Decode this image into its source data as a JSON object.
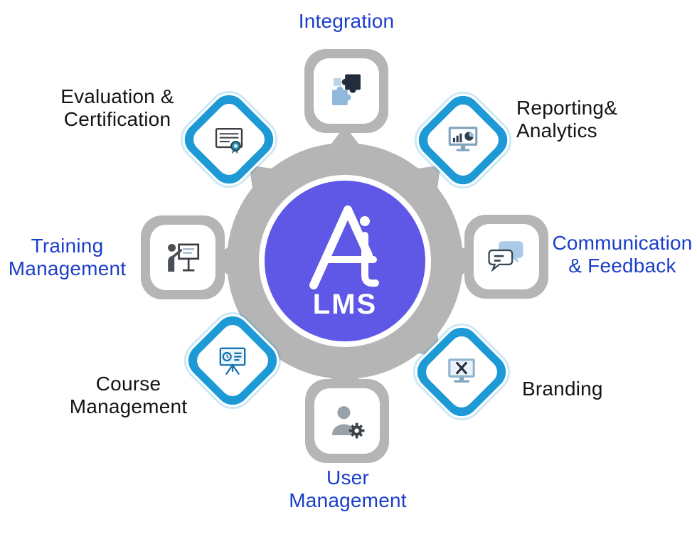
{
  "diagram": {
    "title": "LMS feature wheel",
    "center": {
      "logo": "A",
      "label": "LMS",
      "circle_color": "#5f58e6"
    },
    "nodes": [
      {
        "id": "integration",
        "label": "Integration",
        "text_color": "#1b3ec9",
        "tile": "gray-rounded-square",
        "icon": "puzzle-icon",
        "position": "top"
      },
      {
        "id": "reporting-analytics",
        "label": "Reporting&\nAnalytics",
        "text_color": "#141414",
        "tile": "blue-diamond",
        "icon": "monitor-chart-icon",
        "position": "top-right"
      },
      {
        "id": "communication-feedback",
        "label": "Communication\n& Feedback",
        "text_color": "#1b3ec9",
        "tile": "gray-rounded-square",
        "icon": "chat-bubbles-icon",
        "position": "right"
      },
      {
        "id": "branding",
        "label": "Branding",
        "text_color": "#141414",
        "tile": "blue-diamond",
        "icon": "monitor-pencil-icon",
        "position": "bottom-right"
      },
      {
        "id": "user-management",
        "label": "User\nManagement",
        "text_color": "#1b3ec9",
        "tile": "gray-rounded-square",
        "icon": "person-gear-icon",
        "position": "bottom"
      },
      {
        "id": "course-management",
        "label": "Course\nManagement",
        "text_color": "#141414",
        "tile": "blue-diamond",
        "icon": "presentation-board-icon",
        "position": "bottom-left"
      },
      {
        "id": "training-management",
        "label": "Training\nManagement",
        "text_color": "#1b3ec9",
        "tile": "gray-rounded-square",
        "icon": "trainer-whiteboard-icon",
        "position": "left"
      },
      {
        "id": "evaluation-certification",
        "label": "Evaluation &\nCertification",
        "text_color": "#141414",
        "tile": "blue-diamond",
        "icon": "certificate-icon",
        "position": "top-left"
      }
    ],
    "colors": {
      "tile_gray": "#b5b5b5",
      "tile_blue": "#1d9ad6",
      "ring_gray": "#b5b5b5",
      "center_purple": "#5f58e6",
      "label_blue": "#1b3ec9",
      "label_black": "#141414"
    }
  }
}
